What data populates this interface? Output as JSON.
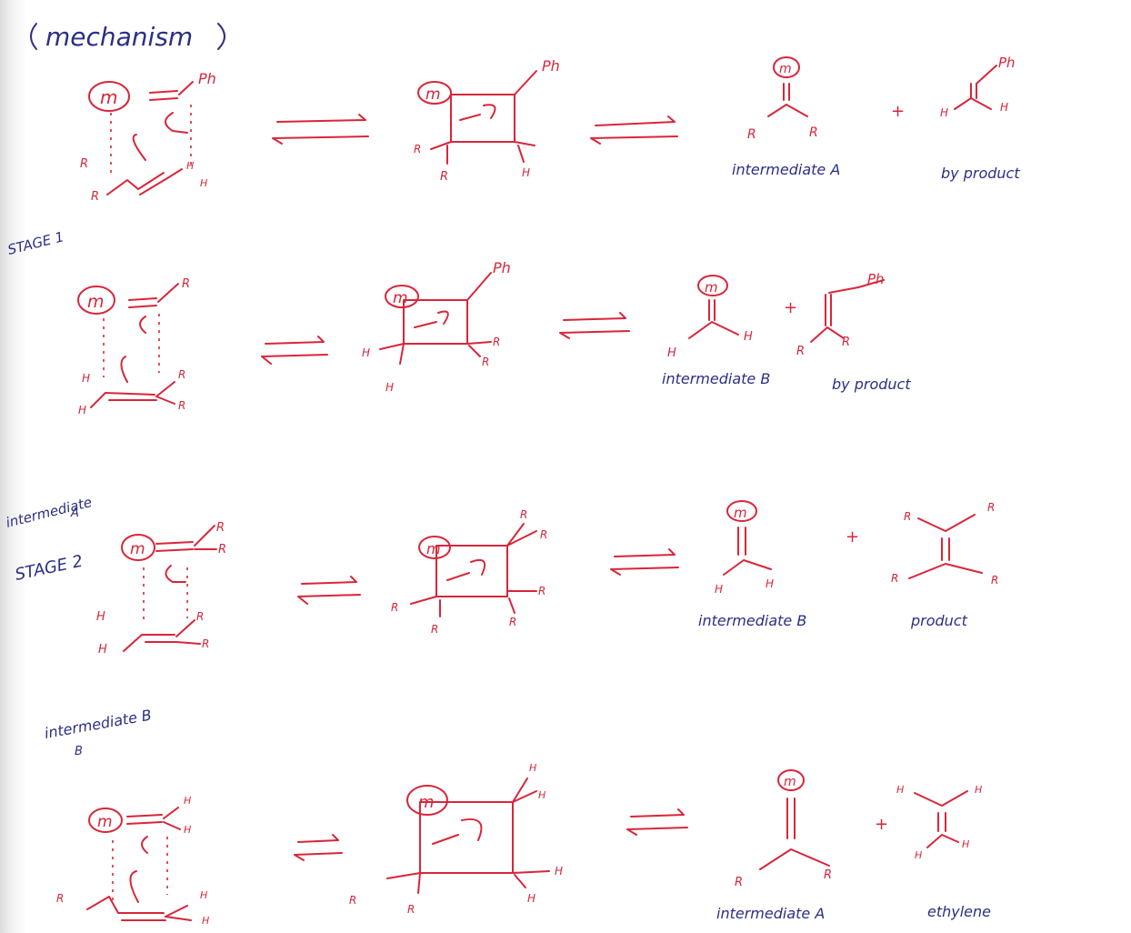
{
  "title": "mechanism",
  "labels": {
    "stage1": "STAGE 1",
    "stage2": "STAGE 2",
    "intermediate_a_margin": "intermediate",
    "intermediate_a_margin_letter": "A",
    "intermediate_b_margin": "intermediate B",
    "intermediate_b_margin_letter": "B"
  },
  "rows": [
    {
      "product_label": "intermediate A",
      "byproduct_label": "by product"
    },
    {
      "product_label": "intermediate B",
      "byproduct_label": "by product"
    },
    {
      "product_label": "intermediate B",
      "byproduct_label": "product"
    },
    {
      "product_label": "intermediate A",
      "byproduct_label": "ethylene"
    }
  ],
  "atoms": {
    "metal": "m",
    "phenyl": "Ph",
    "alkyl": "R",
    "hydrogen": "H",
    "plus": "+"
  },
  "colors": {
    "ink_blue": "#2b2f86",
    "ink_red": "#d8263a"
  }
}
